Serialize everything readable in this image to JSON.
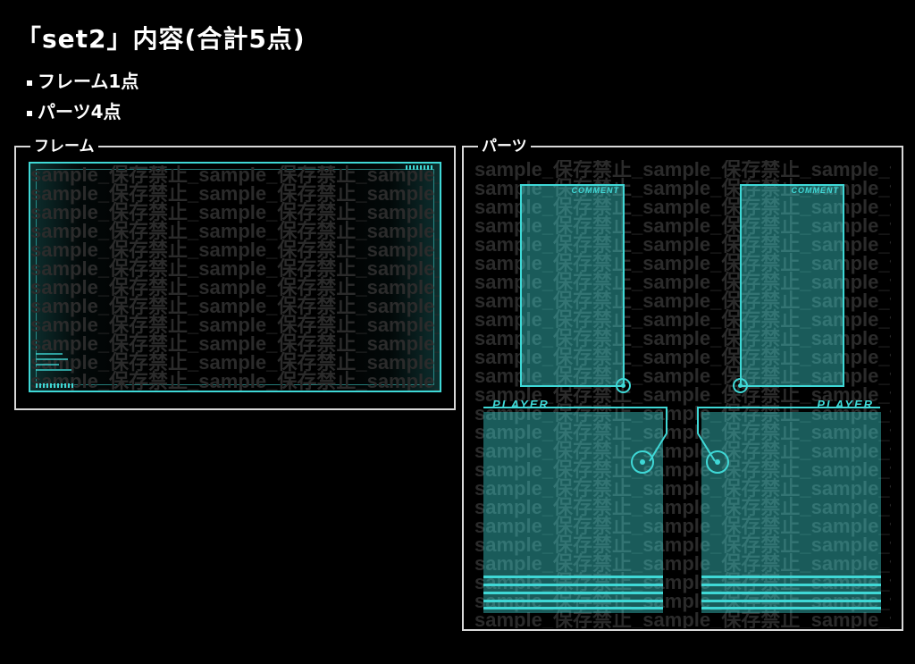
{
  "header": {
    "title": "「set2」内容(合計5点)"
  },
  "summary": {
    "items": [
      "フレーム1点",
      "パーツ4点"
    ]
  },
  "frame_panel": {
    "label": "フレーム"
  },
  "parts_panel": {
    "label": "パーツ",
    "comment_label": "COMMENT",
    "player_label": "PLAYER"
  },
  "watermark": {
    "text": "sample_保存禁止_sample_保存禁止_sample_保存禁止_sample_保存禁止"
  },
  "colors": {
    "accent": "#3fd8d6",
    "panel_border": "#d9d9d9",
    "watermark": "#2b2b2b",
    "background": "#000000"
  }
}
